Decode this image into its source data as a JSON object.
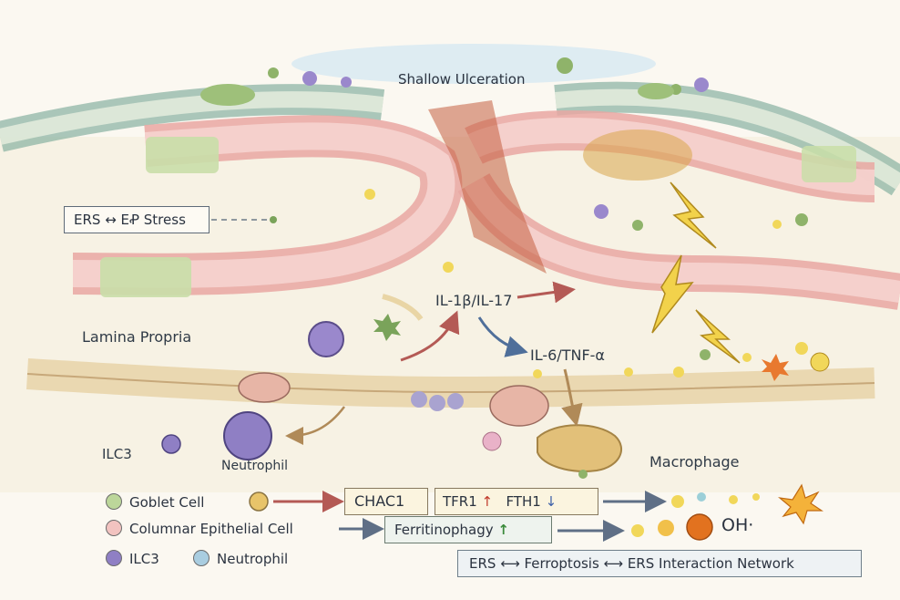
{
  "title": "Shallow Ulceration",
  "labels": {
    "ers_box": "ERS ↔ EꝒ Stress",
    "lamina_propria": "Lamina Propria",
    "il1": "IL-1β/IL-17",
    "il6": "IL-6/TNF-α",
    "ilc3": "ILC3",
    "neutrophil": "Neutrophil",
    "macrophage": "Macrophage",
    "oh": "OH·"
  },
  "pathway": {
    "chac1": "CHAC1",
    "tfr1": "TFR1",
    "fth1": "FTH1",
    "ferritinophagy": "Ferritinophagy",
    "arrow_up": "↑",
    "arrow_down": "↓",
    "network": "ERS ⟷ Ferroptosis ⟷ ERS Interaction Network"
  },
  "legend": {
    "goblet": "Goblet Cell",
    "columnar": "Columnar Epithelial Cell",
    "ilc3": "ILC3",
    "neutrophil": "Neutrophil"
  },
  "colors": {
    "goblet": "#bcd69a",
    "columnar": "#f2c3c0",
    "ilc3": "#8f7fc4",
    "neutrophil": "#a9cde0",
    "red_arrow": "#b45a55",
    "blue_arrow": "#4f6f9a",
    "tan_arrow": "#b08a58"
  }
}
